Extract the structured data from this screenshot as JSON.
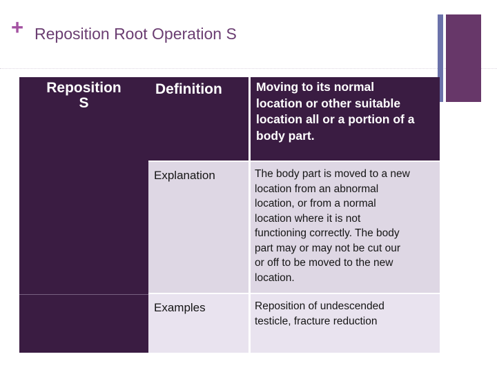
{
  "slide": {
    "plus_icon": "+",
    "title": "Reposition Root Operation S"
  },
  "table": {
    "row_header": "Reposition\nS",
    "rows": [
      {
        "label": "Definition",
        "content": "Moving to its normal\nlocation or other suitable\nlocation all or a portion of a\nbody part."
      },
      {
        "label": "Explanation",
        "content": "The body part is moved to a new\nlocation from an abnormal\nlocation, or from a normal\nlocation where it is not\nfunctioning correctly.  The body\npart may or may not be cut our\nor off to be moved to the new\nlocation."
      },
      {
        "label": "Examples",
        "content": "Reposition of undescended\ntesticle, fracture reduction"
      }
    ]
  },
  "colors": {
    "header_cell_bg": "#3a1c42",
    "row_explanation_bg": "#ded7e4",
    "row_examples_bg": "#e9e3ef",
    "title_text": "#6b3e72",
    "plus_icon": "#a452a2",
    "accent_bar": "#6b72aa",
    "accent_rect": "#673769",
    "header_text": "#ffffff",
    "body_text": "#151515"
  }
}
